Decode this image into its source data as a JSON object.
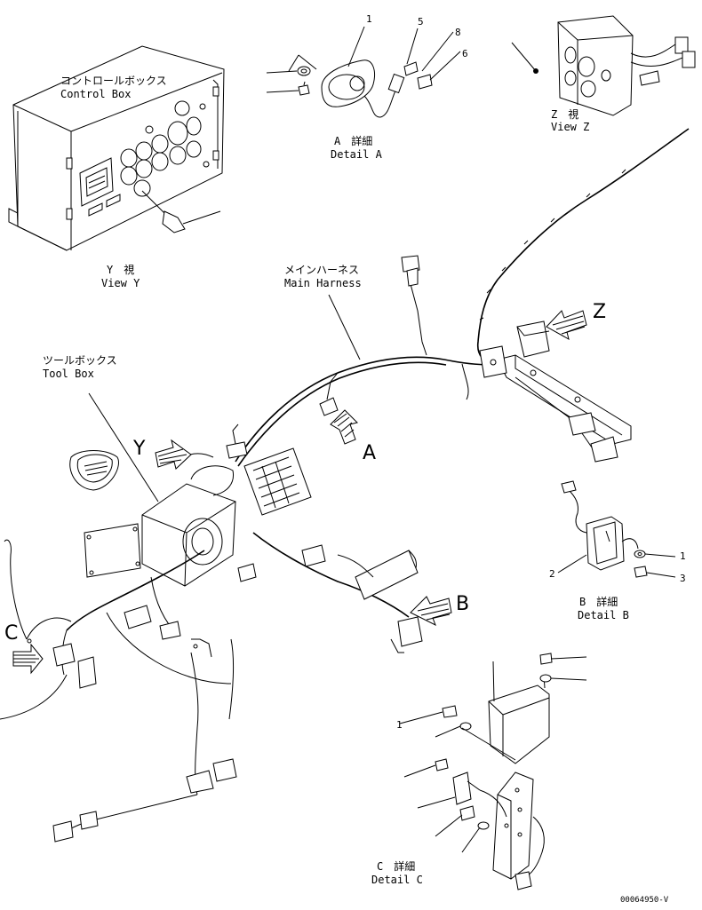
{
  "views": {
    "control_box": {
      "jp": "コントロールボックス",
      "en": "Control Box"
    },
    "view_y": {
      "jp": "Y　視",
      "en": "View Y"
    },
    "detail_a": {
      "jp": "A　詳細",
      "en": "Detail A"
    },
    "view_z": {
      "jp": "Z　視",
      "en": "View Z"
    },
    "main_harness": {
      "jp": "メインハーネス",
      "en": "Main Harness"
    },
    "tool_box": {
      "jp": "ツールボックス",
      "en": "Tool Box"
    },
    "detail_b": {
      "jp": "B　詳細",
      "en": "Detail B"
    },
    "detail_c": {
      "jp": "C　詳細",
      "en": "Detail C"
    }
  },
  "arrows": {
    "a": "A",
    "b": "B",
    "c": "C",
    "y": "Y",
    "z": "Z"
  },
  "part_numbers": {
    "a1": "1",
    "a5": "5",
    "a6": "6",
    "a8": "8",
    "b1": "1",
    "b2": "2",
    "b3": "3",
    "c1": "1"
  },
  "drawing_number": "00064950-V"
}
